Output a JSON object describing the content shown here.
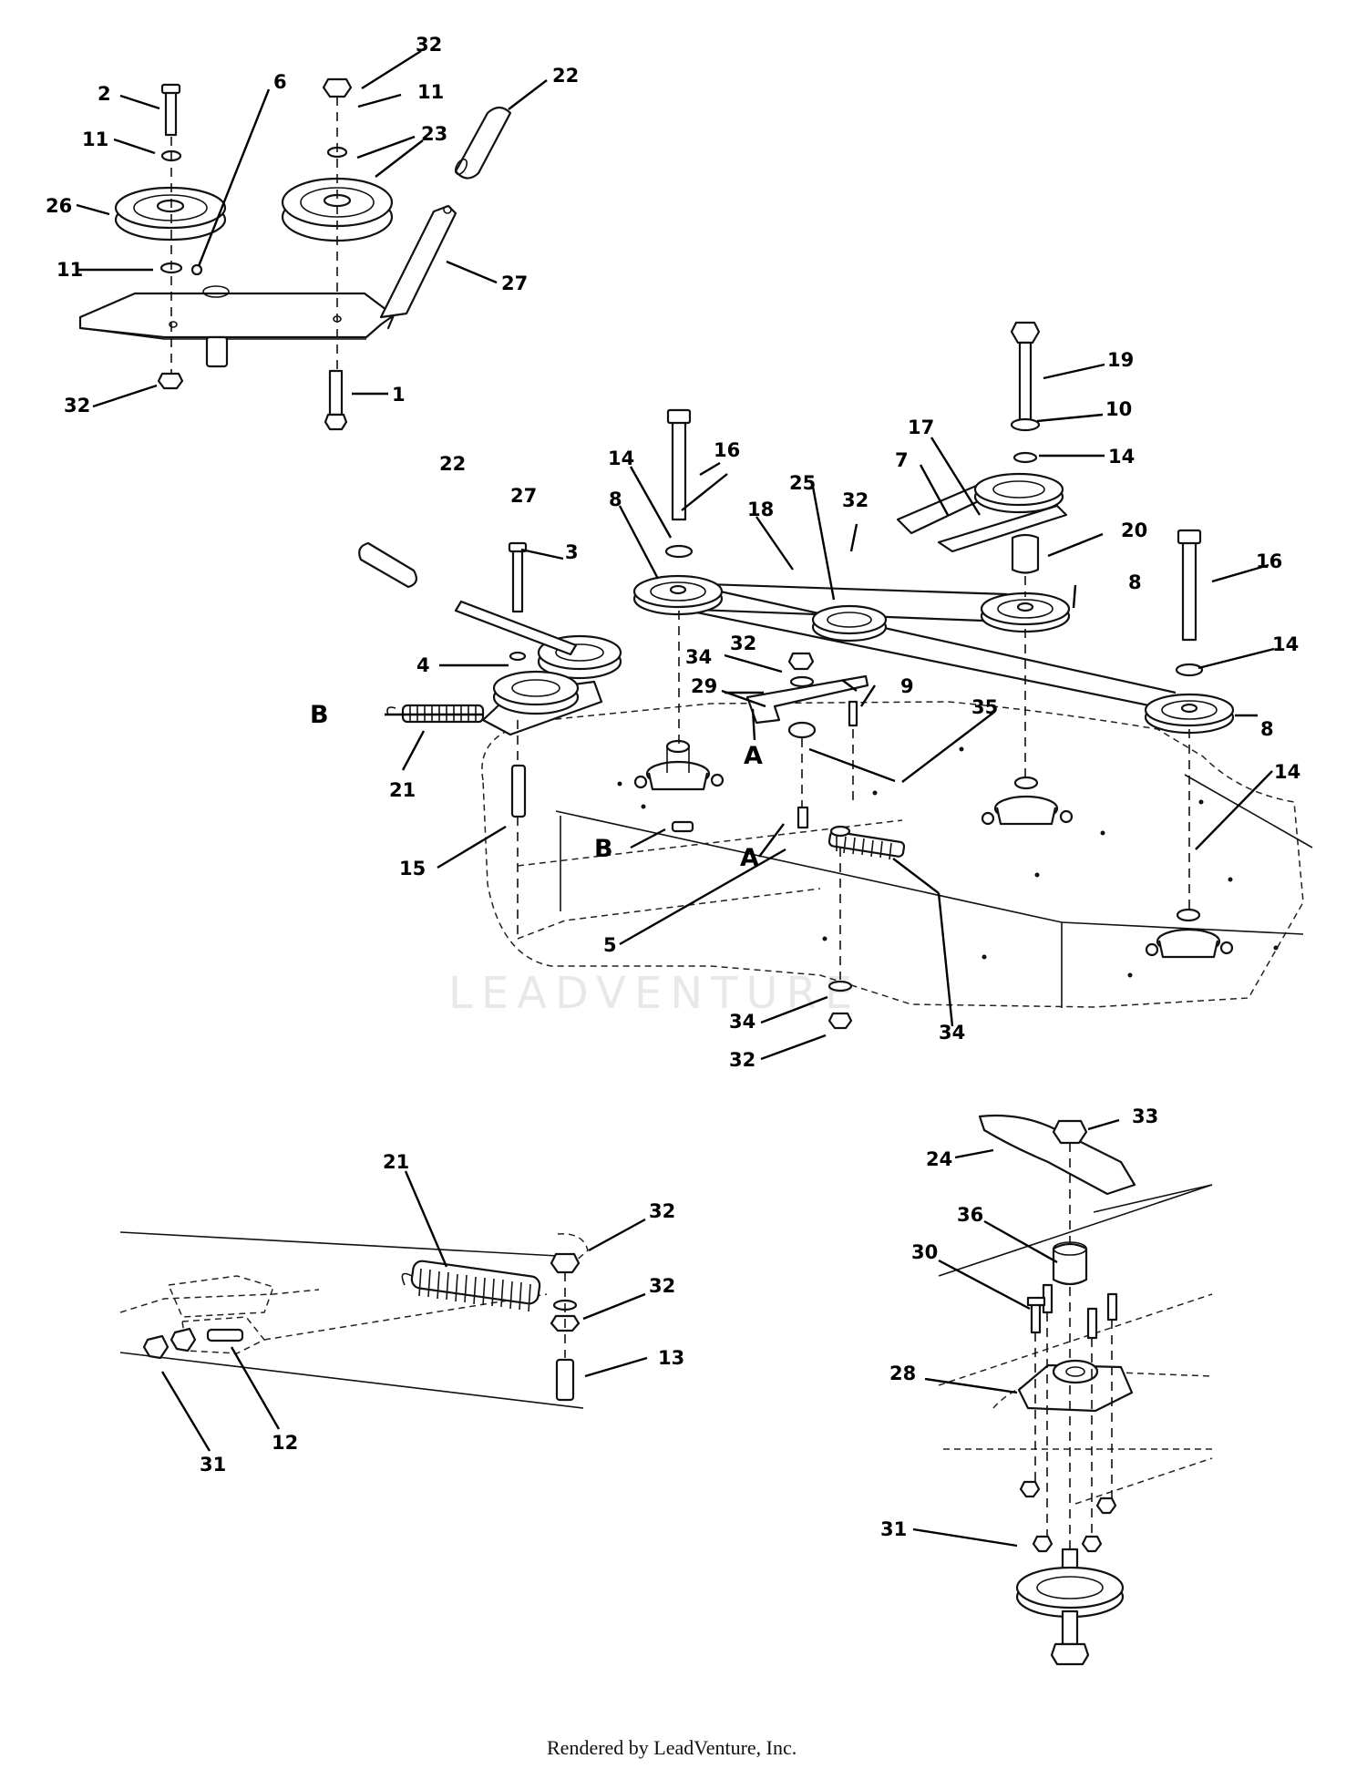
{
  "diagram": {
    "watermark": "LEADVENTURE",
    "footer": "Rendered by LeadVenture, Inc.",
    "callouts": [
      "1",
      "2",
      "3",
      "4",
      "5",
      "6",
      "7",
      "8",
      "9",
      "10",
      "11",
      "12",
      "13",
      "14",
      "15",
      "16",
      "17",
      "18",
      "19",
      "20",
      "21",
      "22",
      "23",
      "24",
      "25",
      "26",
      "27",
      "28",
      "29",
      "30",
      "31",
      "32",
      "33",
      "34",
      "35",
      "36"
    ],
    "reference_letters": [
      "A",
      "B"
    ]
  }
}
